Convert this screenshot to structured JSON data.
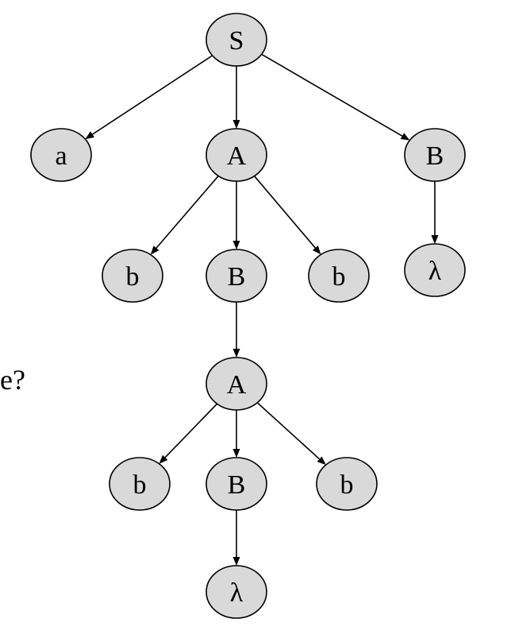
{
  "slide": {
    "text_fragment": "e?"
  },
  "tree": {
    "node_fill": "#d9d9d9",
    "stroke": "#000000",
    "nodes": [
      {
        "id": "s",
        "label": "S"
      },
      {
        "id": "a1",
        "label": "a"
      },
      {
        "id": "A1",
        "label": "A"
      },
      {
        "id": "B1",
        "label": "B"
      },
      {
        "id": "b1",
        "label": "b"
      },
      {
        "id": "B2",
        "label": "B"
      },
      {
        "id": "b2",
        "label": "b"
      },
      {
        "id": "lam1",
        "label": "λ"
      },
      {
        "id": "A2",
        "label": "A"
      },
      {
        "id": "b3",
        "label": "b"
      },
      {
        "id": "B3",
        "label": "B"
      },
      {
        "id": "b4",
        "label": "b"
      },
      {
        "id": "lam2",
        "label": "λ"
      }
    ],
    "edges": [
      {
        "from": "s",
        "to": "a1"
      },
      {
        "from": "s",
        "to": "A1"
      },
      {
        "from": "s",
        "to": "B1"
      },
      {
        "from": "A1",
        "to": "b1"
      },
      {
        "from": "A1",
        "to": "B2"
      },
      {
        "from": "A1",
        "to": "b2"
      },
      {
        "from": "B1",
        "to": "lam1"
      },
      {
        "from": "B2",
        "to": "A2"
      },
      {
        "from": "A2",
        "to": "b3"
      },
      {
        "from": "A2",
        "to": "B3"
      },
      {
        "from": "A2",
        "to": "b4"
      },
      {
        "from": "B3",
        "to": "lam2"
      }
    ]
  }
}
